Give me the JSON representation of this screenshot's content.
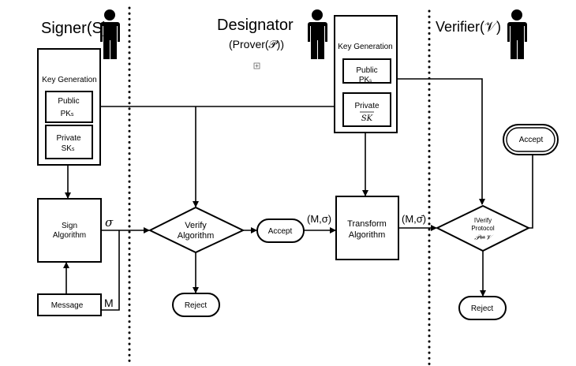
{
  "signer": {
    "title": "Signer(S)",
    "keygen": "Key Generation",
    "public_label": "Public",
    "public_key": "PK",
    "public_sub": "s",
    "private_label": "Private",
    "private_key": "SK",
    "private_sub": "s",
    "sign": [
      "Sign",
      "Algorithm"
    ],
    "message": "Message",
    "sigma": "σ",
    "m": "M"
  },
  "designator": {
    "title": "Designator",
    "subtitle": "(Prover(𝒫))",
    "keygen": "Key Generation",
    "public_label": "Public",
    "public_key": "PK",
    "public_sub": "s",
    "private_label": "Private",
    "private_key": "SK",
    "verify": [
      "Verify",
      "Algorithm"
    ],
    "accept": "Accept",
    "reject": "Reject",
    "input_label": "(M,σ)",
    "transform": [
      "Transform",
      "Algorithm"
    ],
    "output_label": "(M,σ̄)"
  },
  "verifier": {
    "title": "Verifier(𝒱)",
    "protocol": [
      "IVerify",
      "Protocol",
      "𝒫⇌𝒱"
    ],
    "accept": "Accept",
    "reject": "Reject"
  }
}
